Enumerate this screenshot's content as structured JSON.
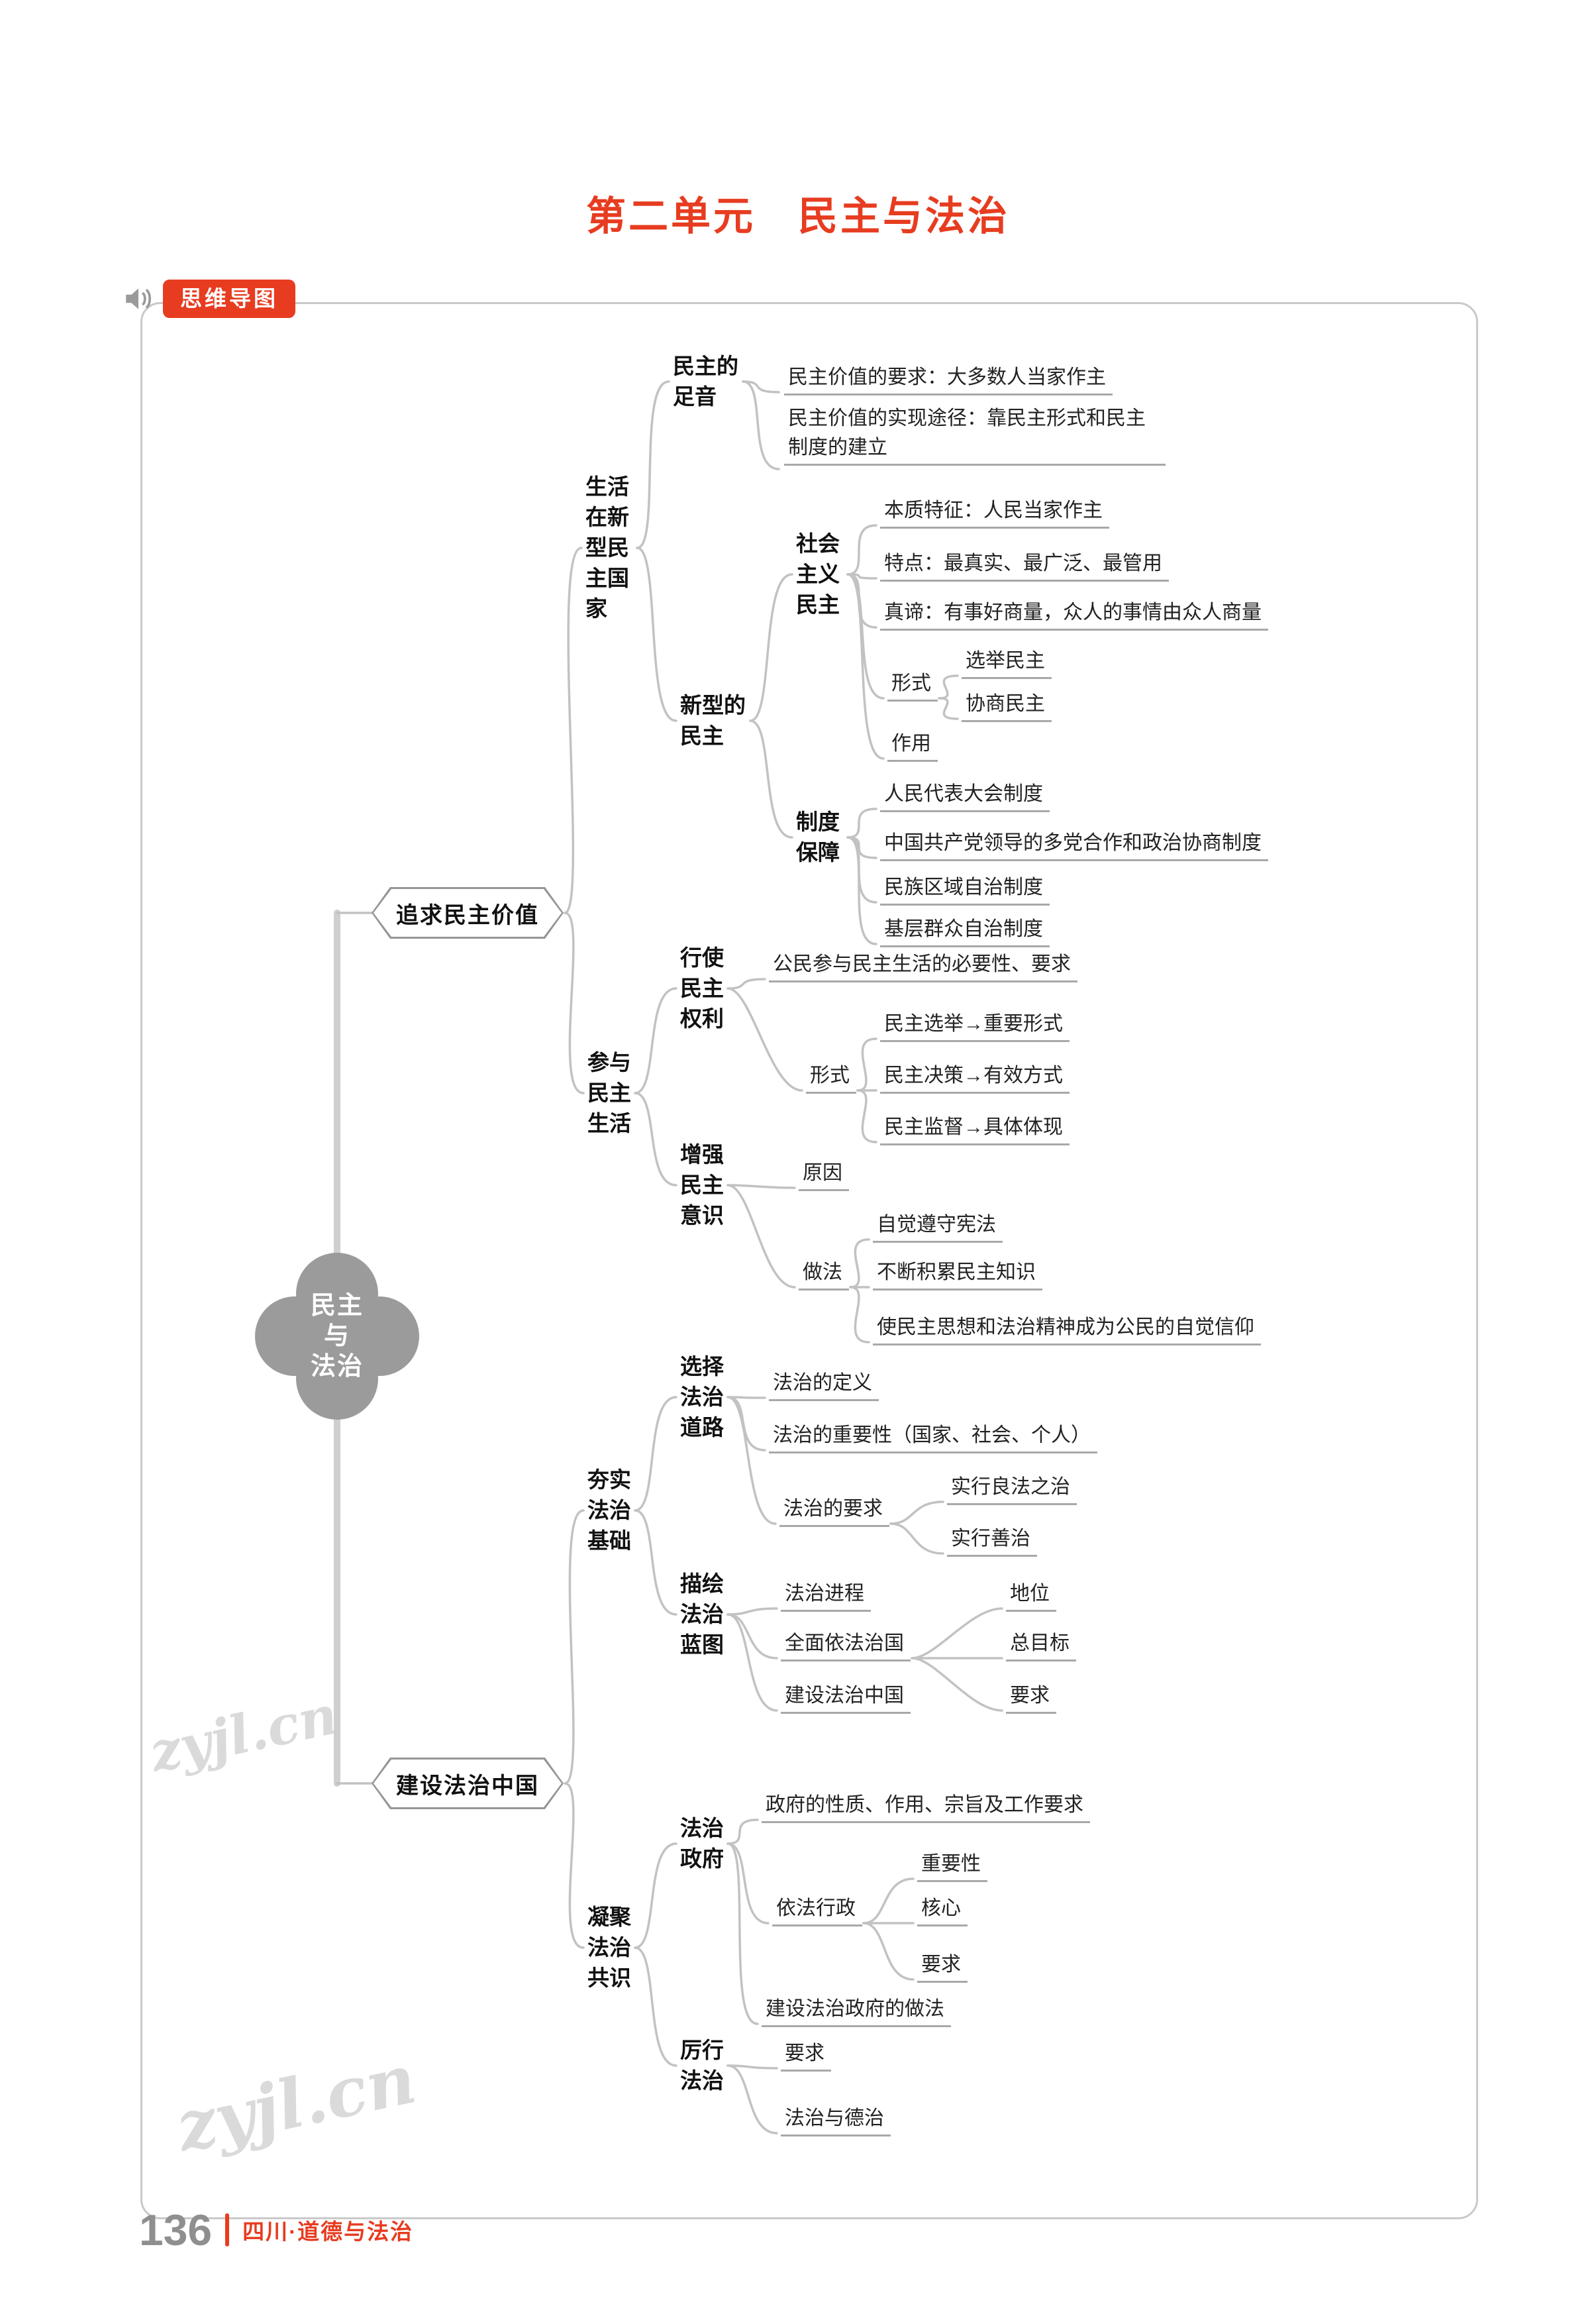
{
  "page": {
    "title": "第二单元　民主与法治",
    "badge_label": "思维导图",
    "page_number": "136",
    "footer_label": "四川·道德与法治",
    "watermark": "zyjl.cn",
    "colors": {
      "accent_red": "#e73c20",
      "line_gray": "#c2c2c2",
      "node_gray": "#9b9b9b"
    }
  },
  "mindmap": {
    "root": {
      "line1": "民主",
      "line2": "与",
      "line3": "法治"
    },
    "branch1": {
      "label": "追求民主价值",
      "live_new": {
        "label": "生活在新型民主国家",
        "foot": {
          "label": "民主的足音",
          "leaf1": "民主价值的要求：大多数人当家作主",
          "leaf2": "民主价值的实现途径：靠民主形式和民主制度的建立"
        },
        "new_dem": {
          "label": "新型的民主",
          "socialism": {
            "label": "社会主义民主",
            "essence": "本质特征：人民当家作主",
            "features": "特点：最真实、最广泛、最管用",
            "truth": "真谛：有事好商量，众人的事情由众人商量",
            "form": {
              "label": "形式",
              "election": "选举民主",
              "consult": "协商民主"
            },
            "role": "作用"
          },
          "guarantee": {
            "label": "制度保障",
            "leaf1": "人民代表大会制度",
            "leaf2": "中国共产党领导的多党合作和政治协商制度",
            "leaf3": "民族区域自治制度",
            "leaf4": "基层群众自治制度"
          }
        }
      },
      "participate": {
        "label": "参与民主生活",
        "exercise": {
          "label": "行使民主权利",
          "leaf1": "公民参与民主生活的必要性、要求",
          "form": {
            "label": "形式",
            "leaf1": "民主选举→重要形式",
            "leaf2": "民主决策→有效方式",
            "leaf3": "民主监督→具体体现"
          }
        },
        "enhance": {
          "label": "增强民主意识",
          "reason": "原因",
          "method": {
            "label": "做法",
            "leaf1": "自觉遵守宪法",
            "leaf2": "不断积累民主知识",
            "leaf3": "使民主思想和法治精神成为公民的自觉信仰"
          }
        }
      }
    },
    "branch2": {
      "label": "建设法治中国",
      "foundation": {
        "label": "夯实法治基础",
        "choose": {
          "label": "选择法治道路",
          "leaf1": "法治的定义",
          "leaf2": "法治的重要性（国家、社会、个人）",
          "require": {
            "label": "法治的要求",
            "leaf1": "实行良法之治",
            "leaf2": "实行善治"
          }
        },
        "blueprint": {
          "label": "描绘法治蓝图",
          "process": "法治进程",
          "rule_by_law": {
            "label": "全面依法治国",
            "leaf1": "地位",
            "leaf2": "总目标",
            "leaf3": "要求"
          },
          "build": "建设法治中国"
        }
      },
      "consensus": {
        "label": "凝聚法治共识",
        "gov": {
          "label": "法治政府",
          "leaf1": "政府的性质、作用、宗旨及工作要求",
          "admin": {
            "label": "依法行政",
            "leaf1": "重要性",
            "leaf2": "核心",
            "leaf3": "要求"
          },
          "leaf2": "建设法治政府的做法"
        },
        "strict": {
          "label": "厉行法治",
          "leaf1": "要求",
          "leaf2": "法治与德治"
        }
      }
    }
  }
}
